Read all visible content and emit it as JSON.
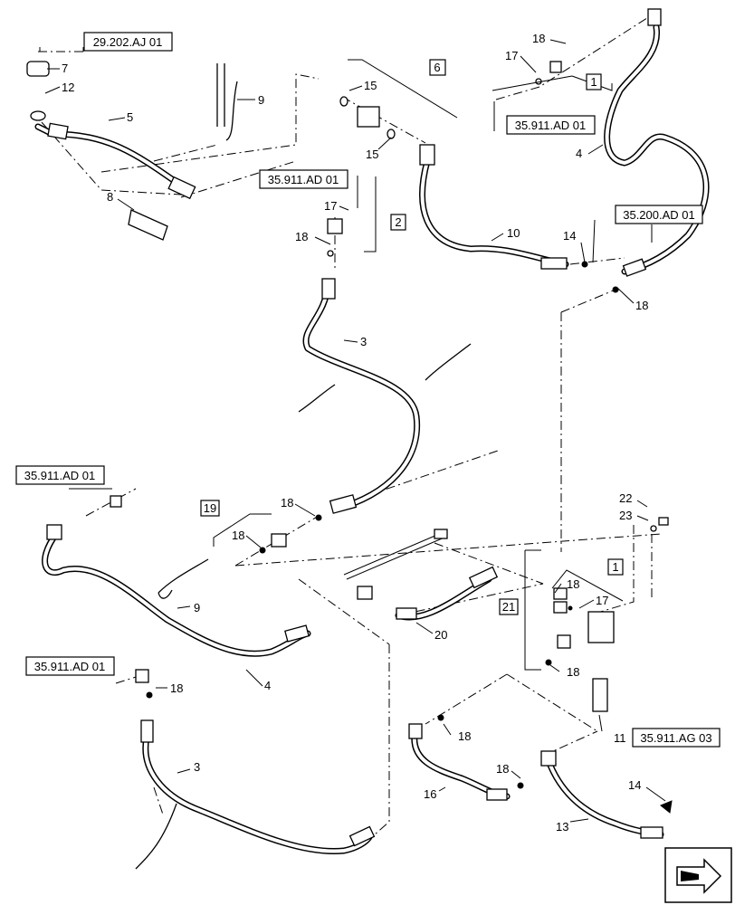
{
  "references": {
    "r1": "29.202.AJ 01",
    "r2": "35.911.AD 01",
    "r3": "35.911.AD 01",
    "r4": "35.200.AD 01",
    "r5": "35.911.AD 01",
    "r6": "35.911.AD 01",
    "r7": "35.911.AG 03"
  },
  "kits": {
    "k6": "6",
    "k1a": "1",
    "k2": "2",
    "k19": "19",
    "k21": "21",
    "k1b": "1"
  },
  "callouts": {
    "c7": "7",
    "c12": "12",
    "c5": "5",
    "c9a": "9",
    "c8": "8",
    "c15a": "15",
    "c15b": "15",
    "c18a": "18",
    "c17a": "17",
    "c4a": "4",
    "c17b": "17",
    "c18b": "18",
    "c10": "10",
    "c14a": "14",
    "c18c": "18",
    "c3a": "3",
    "c18d": "18",
    "c18e": "18",
    "c9b": "9",
    "c4b": "4",
    "c18f": "18",
    "c3b": "3",
    "c22": "22",
    "c23": "23",
    "c18g": "18",
    "c17c": "17",
    "c20": "20",
    "c18h": "18",
    "c11": "11",
    "c18i": "18",
    "c18j": "18",
    "c16": "16",
    "c14b": "14",
    "c13": "13"
  },
  "icons": {
    "navigation": "next-page-arrow-icon"
  }
}
